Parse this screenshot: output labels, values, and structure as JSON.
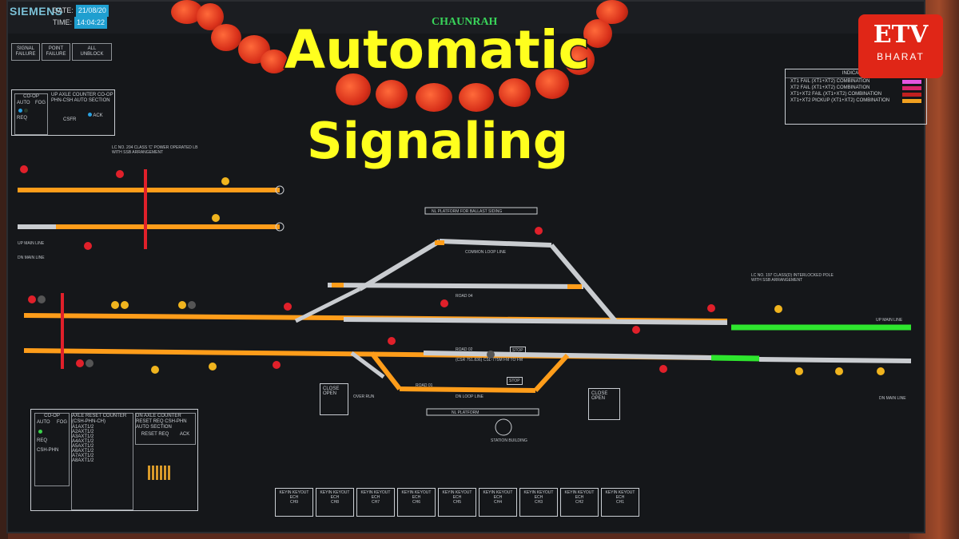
{
  "brand": "SIEMENS",
  "date_label": "DATE:",
  "date_value": "21/08/20",
  "time_label": "TIME:",
  "time_value": "14:04:22",
  "station_name": "CHAUNRAH",
  "title_line1": "Automatic",
  "title_line2": "Signaling",
  "logo": {
    "mark": "ETV",
    "sub": "BHARAT"
  },
  "toolbar": [
    "SIGNAL FAILURE",
    "POINT FAILURE",
    "ALL UNBLOCK"
  ],
  "upper_left_panel": {
    "header": "UP AXLE COUNTER CO-OP PHN-CSH AUTO SECTION",
    "labels": [
      "CO-OP",
      "AUTO",
      "FOG",
      "REQ",
      "CSFR",
      "ACK"
    ]
  },
  "lower_left_panel": {
    "header": "AXLE RESET COUNTER (CSH-PHN-CH)",
    "labels": [
      "CO-OP",
      "AUTO",
      "FOG",
      "REQ",
      "CSH-PHN"
    ],
    "reset_header": "DN AXLE COUNTER RESET REQ CSH-PHN AUTO SECTION",
    "reset_labels": [
      "RESET REQ",
      "ACK"
    ]
  },
  "indication": {
    "title": "INDICATION",
    "rows": [
      {
        "text": "XT1 FAIL (XT1+XT2) COMBINATION",
        "color": "#e455e0"
      },
      {
        "text": "XT2 FAIL (XT1+XT2) COMBINATION",
        "color": "#d9246b"
      },
      {
        "text": "XT1+XT2 FAIL (XT1+XT2) COMBINATION",
        "color": "#c02020"
      },
      {
        "text": "XT1+XT2 PICKUP (XT1+XT2) COMBINATION",
        "color": "#f0a020"
      }
    ]
  },
  "labels": {
    "up_main_line_left": "UP MAIN LINE",
    "dn_main_line_left": "DN MAIN LINE",
    "up_main_line_right": "UP MAIN LINE",
    "dn_main_line_right": "DN MAIN LINE",
    "up_loop": "COMMON LOOP LINE",
    "dn_loop": "DN LOOP LINE",
    "platform_top": "NL PLATFORM FOR BALLAST SIDING",
    "platform_bottom": "NL PLATFORM",
    "station_building": "STATION BUILDING",
    "road_04": "ROAD 04",
    "road_02": "ROAD 02",
    "road_01": "ROAD 01",
    "csr_speed": "(CSR 751.836) CSL-775M FM TO FM",
    "lc_left": "LC NO. 204 CLASS 'C' POWER OPERATED LB WITH SSB ARRANGEMENT",
    "lc_right": "LC NO. 197 CLASS(D) INTERLOCKED POLE WITH SSB ARRANGEMENT",
    "over_run": "OVER RUN",
    "stop": "STOP",
    "close": "CLOSE",
    "open": "OPEN"
  },
  "counters": [
    "A1AXT1/2",
    "A2AXT1/2",
    "A3AXT1/2",
    "A4AXT1/2",
    "A5AXT1/2",
    "A6AXT1/2",
    "A7AXT1/2",
    "A8AXT1/2"
  ],
  "keyin_boxes": [
    {
      "label": "KEYIN KEYOUT ECH",
      "ch": "CH9"
    },
    {
      "label": "KEYIN KEYOUT ECH",
      "ch": "CH8"
    },
    {
      "label": "KEYIN KEYOUT ECH",
      "ch": "CH7"
    },
    {
      "label": "KEYIN KEYOUT ECH",
      "ch": "CH6"
    },
    {
      "label": "KEYIN KEYOUT ECH",
      "ch": "CH5"
    },
    {
      "label": "KEYIN KEYOUT ECH",
      "ch": "CH4"
    },
    {
      "label": "KEYIN KEYOUT ECH",
      "ch": "CH3"
    },
    {
      "label": "KEYIN KEYOUT ECH",
      "ch": "CH2"
    },
    {
      "label": "KEYIN KEYOUT ECH",
      "ch": "CH1"
    }
  ],
  "colors": {
    "track_occupied": "#ff9d1a",
    "track_clear": "#c9ccd0",
    "track_route_set": "#2ee62e",
    "signal_red": "#e0202a",
    "signal_amber": "#f0b41e"
  }
}
